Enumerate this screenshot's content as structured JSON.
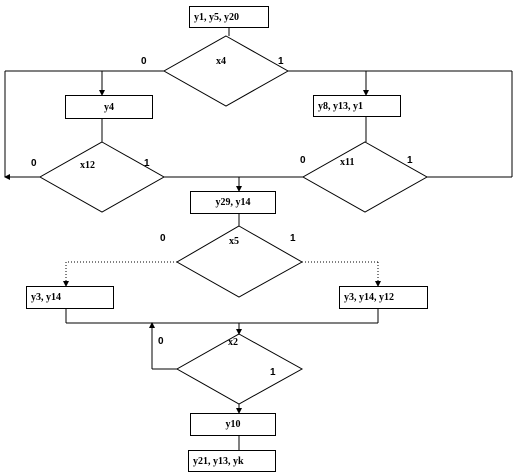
{
  "blocks": {
    "top": "y1, y5, y20",
    "left_y4": "y4",
    "right_y8": "y8, y13, y1",
    "mid_y29": "y29, y14",
    "left_y3": "y3, y14",
    "right_y3": "y3, y14, y12",
    "y10": "y10",
    "bottom": "y21, y13, yk"
  },
  "conditions": {
    "x4": "x4",
    "x12": "x12",
    "x11": "x11",
    "x5": "x5",
    "x2": "x2"
  },
  "branch_labels": {
    "x4_false": "0",
    "x4_true": "1",
    "x12_false": "0",
    "x12_true": "1",
    "x11_false": "0",
    "x11_true": "1",
    "x5_false": "0",
    "x5_true": "1",
    "x2_false": "0",
    "x2_true": "1"
  }
}
